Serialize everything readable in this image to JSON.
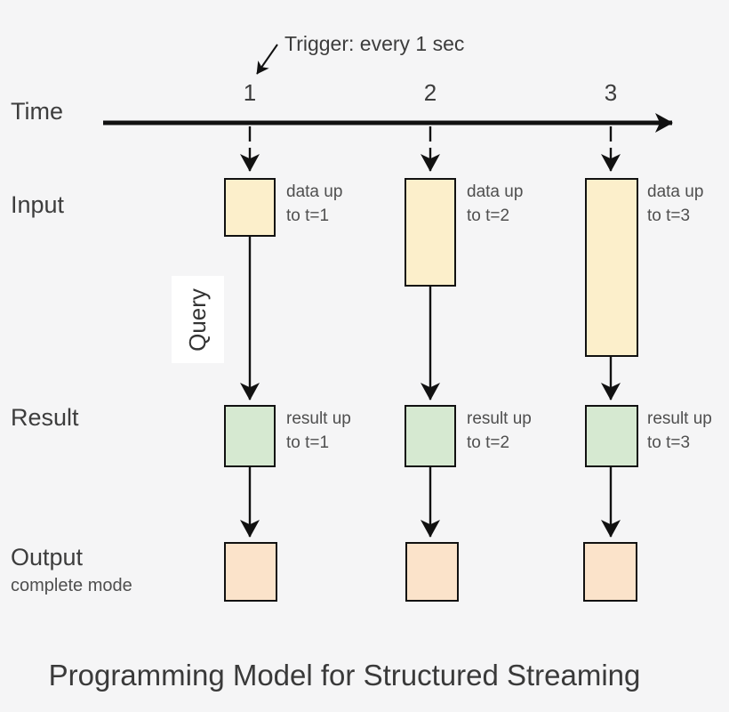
{
  "colors": {
    "background": "#f5f5f6",
    "input_box_fill": "#fcefcb",
    "result_box_fill": "#d6e9d1",
    "output_box_fill": "#fbe3ca",
    "line": "#111111",
    "text_primary": "#3d3d3d",
    "text_secondary": "#4f4f4f"
  },
  "title": "Programming Model for Structured Streaming",
  "trigger": {
    "label": "Trigger: every 1 sec"
  },
  "timeline": {
    "axis_label": "Time",
    "ticks": [
      "1",
      "2",
      "3"
    ]
  },
  "row_labels": {
    "input": "Input",
    "result": "Result",
    "output": "Output",
    "output_mode": "complete mode"
  },
  "query": {
    "label": "Query"
  },
  "columns": [
    {
      "tick": "1",
      "input_line1": "data up",
      "input_line2": "to t=1",
      "result_line1": "result up",
      "result_line2": "to t=1"
    },
    {
      "tick": "2",
      "input_line1": "data up",
      "input_line2": "to t=2",
      "result_line1": "result up",
      "result_line2": "to t=2"
    },
    {
      "tick": "3",
      "input_line1": "data up",
      "input_line2": "to t=3",
      "result_line1": "result up",
      "result_line2": "to t=3"
    }
  ]
}
